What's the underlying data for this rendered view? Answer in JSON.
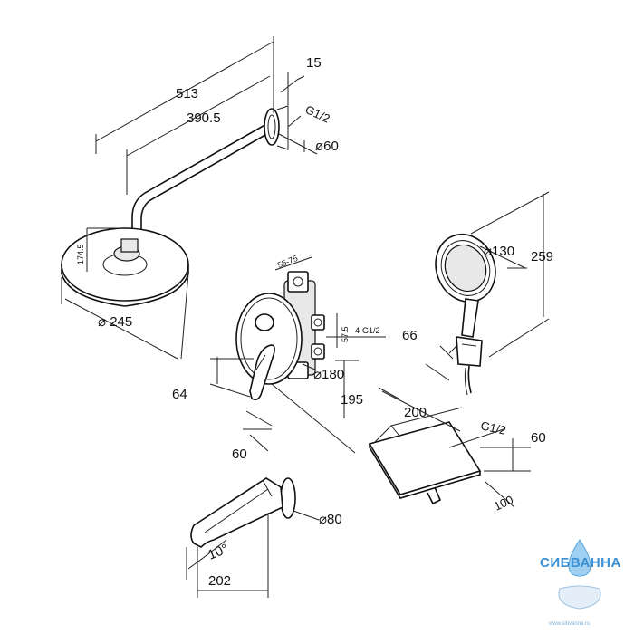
{
  "dimensions": {
    "arm_length": "513",
    "arm_reach": "390.5",
    "flange_depth": "15",
    "arm_thread": "G1/2",
    "flange_dia": "ø60",
    "head_height": "174.5",
    "head_dia": "⌀ 245",
    "valve_spacing": "55-75",
    "valve_depth": "57.5",
    "valve_ports": "4-G1/2",
    "plate_dia": "⌀180",
    "plate_height": "195",
    "lever_offset": "64",
    "plate_depth": "60",
    "hand_dia": "⌀130",
    "hand_length": "259",
    "holder_size": "66",
    "spout_width": "200",
    "spout_thread": "G1/2",
    "spout_height": "60",
    "spout_depth": "100",
    "tub_flange_dia": "⌀80",
    "tub_angle": "10°",
    "tub_length": "202"
  },
  "logo": {
    "name": "СИБВАННА",
    "site": "www.sibvanna.ru"
  }
}
